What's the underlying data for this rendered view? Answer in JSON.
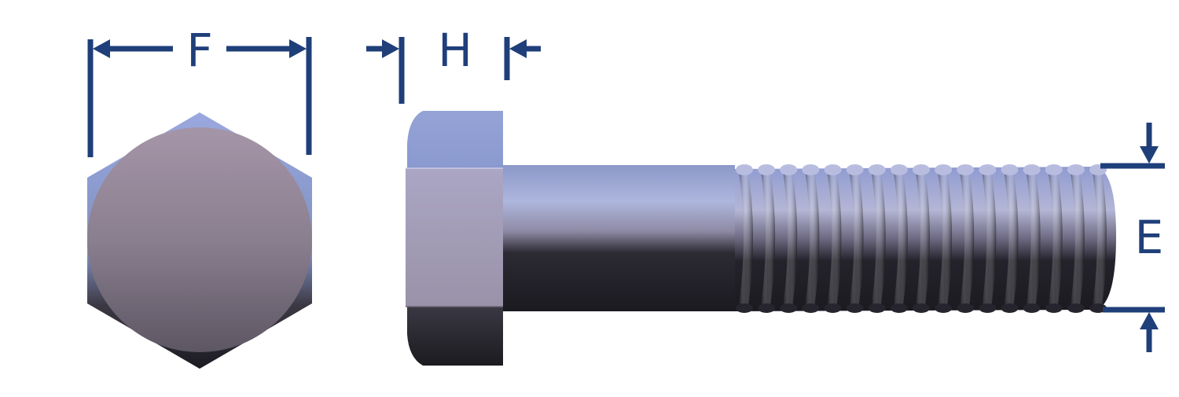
{
  "labels": {
    "across_flats": "F",
    "head_height": "H",
    "thread_diameter": "E"
  },
  "colors": {
    "dimension": "#1f3f7a",
    "background": "#ffffff"
  }
}
